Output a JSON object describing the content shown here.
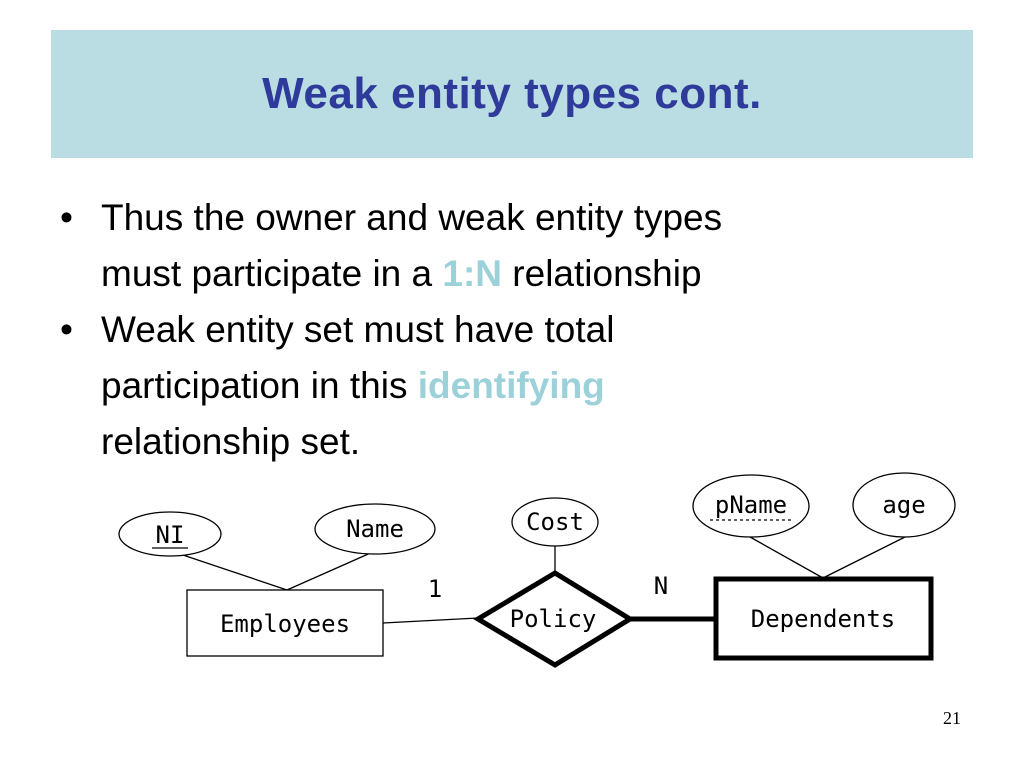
{
  "slide": {
    "title": "Weak entity types cont.",
    "number": "21"
  },
  "bullets": [
    {
      "line1": "Thus the owner and weak entity types",
      "line2_pre": "must participate in a ",
      "line2_highlight": "1:N",
      "line2_post": " relationship"
    },
    {
      "line1": "Weak entity set must have total",
      "line2_pre": "participation in this ",
      "line2_highlight": "identifying",
      "line3": "relationship set."
    }
  ],
  "bullet_symbol": "•",
  "colors": {
    "title_band": "#b9dde2",
    "title_text": "#2e3b9a",
    "highlight": "#9dd1da"
  },
  "diagram": {
    "entities": {
      "owner": "Employees",
      "weak": "Dependents"
    },
    "relationship": "Policy",
    "attributes": {
      "owner_key": "NI",
      "owner_name": "Name",
      "relationship_attr": "Cost",
      "weak_partial_key": "pName",
      "weak_attr": "age"
    },
    "cardinality": {
      "owner_side": "1",
      "weak_side": "N"
    }
  }
}
